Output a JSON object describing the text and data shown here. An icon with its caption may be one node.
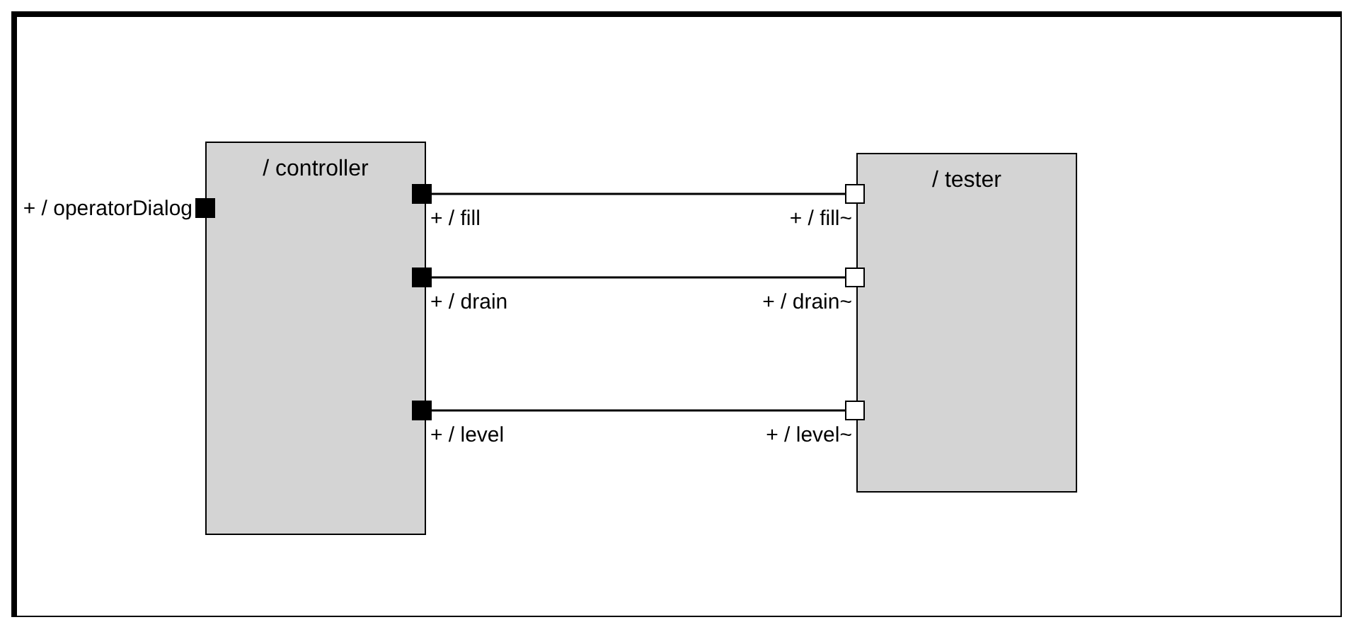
{
  "diagram": {
    "nodes": [
      {
        "text": [
          "/ controller"
        ]
      },
      {
        "text": [],
        "shape": "box",
        "beside": [
          "+ / operatorDialog"
        ]
      },
      {
        "text": [],
        "shape": "box",
        "beside": [
          "+ / fill"
        ]
      },
      {
        "text": [],
        "shape": "box",
        "beside": [
          "+ / drain"
        ]
      },
      {
        "text": [],
        "shape": "box",
        "beside": [
          "+ / level"
        ]
      },
      {
        "text": [
          "/ tester"
        ]
      },
      {
        "text": [],
        "shape": "box",
        "beside": [
          "+ / fill~"
        ]
      },
      {
        "text": [],
        "shape": "box",
        "beside": [
          "+ / drain~"
        ]
      },
      {
        "text": [],
        "shape": "box",
        "beside": [
          "+ / level~"
        ]
      }
    ],
    "edges": [
      {
        "from": 2,
        "to": 6,
        "arrow": "none"
      },
      {
        "from": 3,
        "to": 7,
        "arrow": "none"
      },
      {
        "from": 4,
        "to": 8,
        "arrow": "none"
      }
    ]
  }
}
